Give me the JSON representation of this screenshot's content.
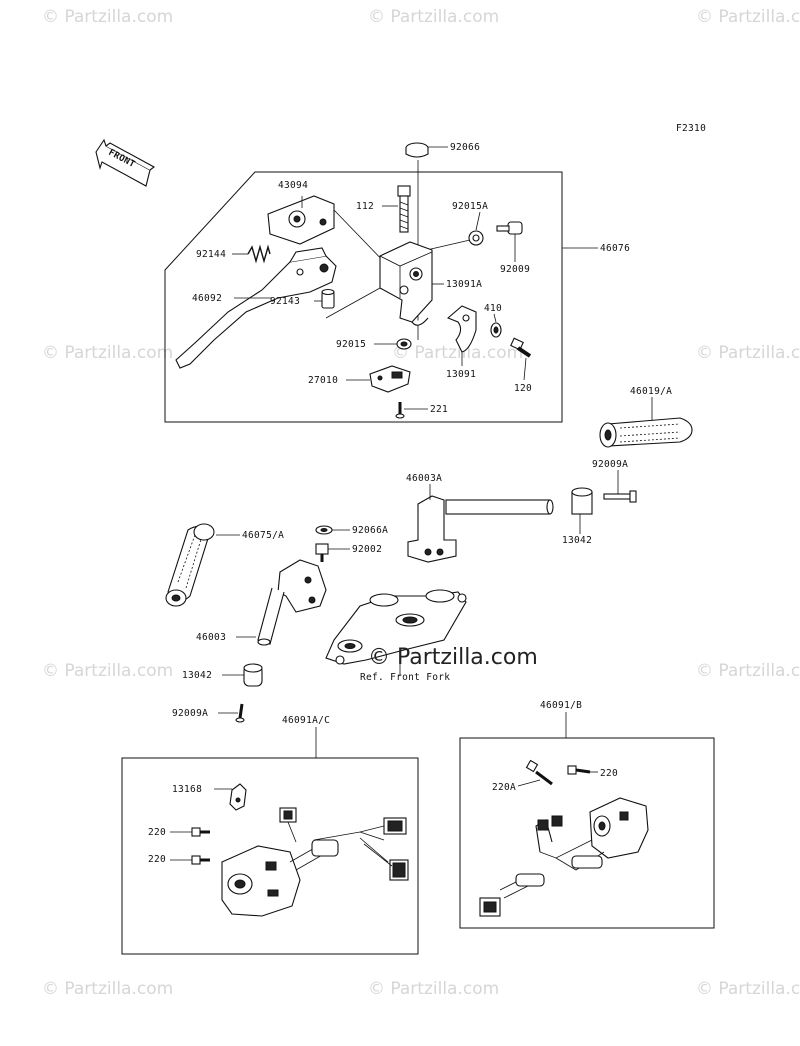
{
  "diagram": {
    "code": "F2310",
    "front_label": "FRONT",
    "ref_note": "Ref. Front Fork",
    "site_credit": "© Partzilla.com",
    "parts": {
      "p92066": "92066",
      "p43094": "43094",
      "p112": "112",
      "p92015A": "92015A",
      "p46076": "46076",
      "p92144": "92144",
      "p92009": "92009",
      "p13091A": "13091A",
      "p46092": "46092",
      "p92143": "92143",
      "p410": "410",
      "p92015": "92015",
      "p13091": "13091",
      "p120": "120",
      "p27010": "27010",
      "p221": "221",
      "p46019A": "46019/A",
      "p92009A_r": "92009A",
      "p46003A": "46003A",
      "p13042_r": "13042",
      "p46075A": "46075/A",
      "p92066A": "92066A",
      "p92002": "92002",
      "p46003": "46003",
      "p13042_l": "13042",
      "p92009A_l": "92009A",
      "p46091AC": "46091A/C",
      "p46091B": "46091/B",
      "p13168": "13168",
      "p220_a": "220",
      "p220_b": "220",
      "p220A": "220A",
      "p220_c": "220"
    }
  },
  "watermark": {
    "text": "© Partzilla.com",
    "color": "#d6d6d6"
  }
}
